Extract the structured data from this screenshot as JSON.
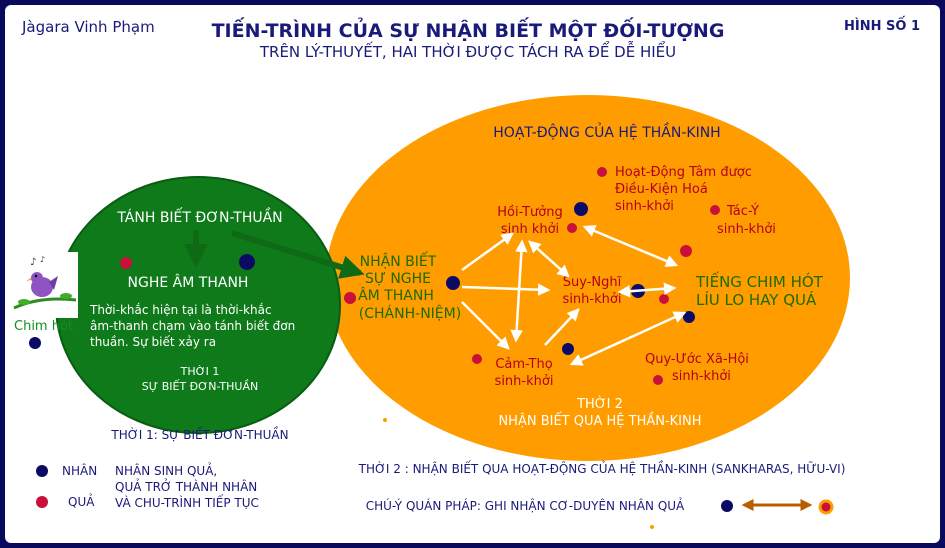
{
  "header": {
    "author": "Jàgara Vinh Phạm",
    "title": "TIẾN-TRÌNH CỦA SỰ NHẬN BIẾT MỘT ĐỐI-TƯỢNG",
    "subtitle": "TRÊN LÝ-THUYẾT, HAI THỜI ĐƯỢC TÁCH RA ĐỂ DỄ HIỂU",
    "figure_no": "HÌNH SỐ 1"
  },
  "bird_label": "Chim hót",
  "green_circle": {
    "pure_awareness": "TÁNH BIẾT ĐƠN-THUẦN",
    "hearing": "NGHE ÂM THANH",
    "desc_lines": [
      "Thời-khắc hiện tại là thời-khắc",
      "âm-thanh chạm vào tánh biết đơn",
      "thuần. Sự biết xảy ra"
    ],
    "time_label": "THỜI 1",
    "time_sub": "SỰ BIẾT ĐƠN-THUẦN"
  },
  "orange_circle": {
    "title": "HOẠT-ĐỘNG CỦA HỆ THẦN-KINH",
    "mindful_lines": [
      "NHẬN BIẾT",
      "SỰ NGHE",
      "ÂM THANH",
      "(CHÁNH-NIỆM)"
    ],
    "hoi_tuong": [
      "Hồi-Tưởng",
      "sinh khởi"
    ],
    "suy_nghi": [
      "Suy-Nghĩ",
      "sinh-khởi"
    ],
    "cam_tho": [
      "Cảm-Thọ",
      "sinh-khởi"
    ],
    "tam": [
      "Hoạt-Động Tâm được",
      "Điều-Kiện Hoá",
      "sinh-khởi"
    ],
    "tac_y": [
      "Tác-Ý",
      "sinh-khởi"
    ],
    "bird_song": [
      "TIẾNG CHIM HÓT",
      "LÍU LO HAY QUÁ"
    ],
    "quy_uoc": [
      "Quy-Ước Xã-Hội",
      "sinh-khởi"
    ],
    "time_label": "THỜI 2",
    "time_sub": "NHẬN BIẾT QUA HỆ THẦN-KINH"
  },
  "below": {
    "time1": "THỜI 1: SỰ BIẾT ĐƠN-THUẦN",
    "time2": "THỜI 2 : NHẬN BIẾT QUA HOẠT-ĐỘNG CỦA HỆ THẦN-KINH (SANKHARAS, HỮU-VI)",
    "note": "CHÚ-Ý QUÁN PHÁP: GHI NHẬN CƠ-DUYÊN NHÂN QUẢ"
  },
  "legend": {
    "cause_label": "NHÂN",
    "effect_label": "QUẢ",
    "desc_lines": [
      "NHÂN SINH QUẢ,",
      "QUẢ TRỞ THÀNH NHÂN",
      "VÀ CHU-TRÌNH TIẾP TỤC"
    ]
  },
  "colors": {
    "background_border": "#0a0a5c",
    "green": "#0e7a1a",
    "orange": "#ff9d00",
    "navy_text": "#1a1a7a",
    "red_text": "#b3001b",
    "dark_green_text": "#1d6b00",
    "cause_dot": "#0b0b66",
    "effect_dot": "#c8103a"
  }
}
